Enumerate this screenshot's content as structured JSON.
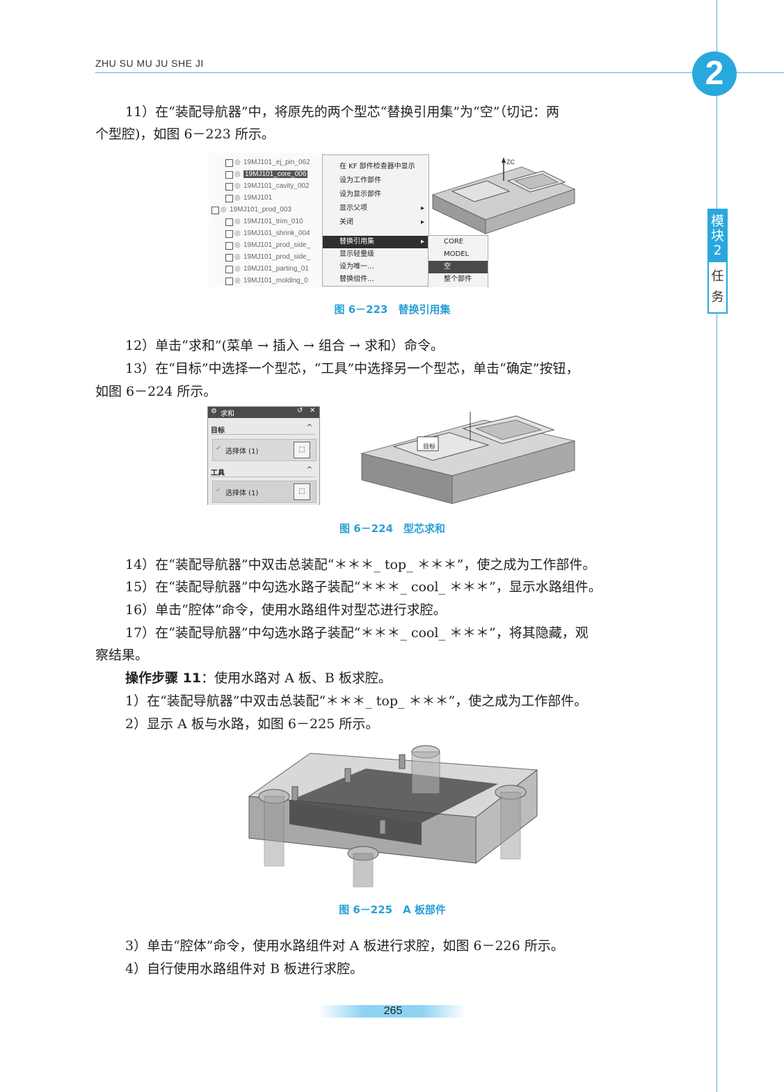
{
  "header": {
    "running_title": "ZHU SU MU JU SHE JI",
    "chapter_number": "2"
  },
  "side_tab": {
    "top": "模块2",
    "bottom": "任务"
  },
  "paragraphs": {
    "p11a": "11）在“装配导航器”中，将原先的两个型芯“替换引用集”为“空”（切记：两",
    "p11b": "个型腔)，如图 6－223 所示。",
    "p12": "12）单击“求和”(菜单 → 插入 → 组合 → 求和）命令。",
    "p13a": "13）在“目标”中选择一个型芯，“工具”中选择另一个型芯，单击“确定”按钮，",
    "p13b": "如图 6－224 所示。",
    "p14": "14）在“装配导航器”中双击总装配“＊＊＊_ top_ ＊＊＊”，使之成为工作部件。",
    "p15": "15）在“装配导航器”中勾选水路子装配“＊＊＊_ cool_ ＊＊＊”，显示水路组件。",
    "p16": "16）单击“腔体”命令，使用水路组件对型芯进行求腔。",
    "p17a": "17）在“装配导航器”中勾选水路子装配“＊＊＊_ cool_ ＊＊＊”，将其隐藏，观",
    "p17b": "察结果。",
    "step11_label": "操作步骤 11",
    "step11_text": "：使用水路对 A 板、B 板求腔。",
    "s1": "1）在“装配导航器”中双击总装配“＊＊＊_ top_ ＊＊＊”，使之成为工作部件。",
    "s2": "2）显示 A 板与水路，如图 6－225 所示。",
    "s3": "3）单击“腔体”命令，使用水路组件对 A 板进行求腔，如图 6－226 所示。",
    "s4": "4）自行使用水路组件对 B 板进行求腔。"
  },
  "figures": {
    "fig223": {
      "caption": "图 6－223　替换引用集",
      "tree_items": [
        "19MJ101_ej_pin_062",
        "19MJ101_core_006",
        "19MJ101_cavity_002",
        "19MJ101",
        "19MJ101_prod_003",
        "19MJ101_trim_010",
        "19MJ101_shrink_004",
        "19MJ101_prod_side_",
        "19MJ101_prod_side_",
        "19MJ101_parting_01",
        "19MJ101_molding_0"
      ],
      "menu_items": [
        "在 KF 部件检查器中显示",
        "设为工作部件",
        "设为显示部件",
        "显示父项",
        "关闭",
        "替换引用集",
        "显示轻量级",
        "设为唯一...",
        "替换组件..."
      ],
      "submenu_items": [
        "CORE",
        "MODEL",
        "空",
        "整个部件"
      ],
      "axis_label": "ZC"
    },
    "fig224": {
      "caption": "图 6－224　型芯求和",
      "dialog_title": "求和",
      "target_label": "目标",
      "tool_label": "工具",
      "select_body": "选择体 (1)",
      "tag_label": "目标"
    },
    "fig225": {
      "caption": "图 6－225　A 板部件"
    }
  },
  "footer": {
    "page_number": "265"
  },
  "colors": {
    "accent": "#29a8de",
    "caption": "#2a9fd6"
  }
}
